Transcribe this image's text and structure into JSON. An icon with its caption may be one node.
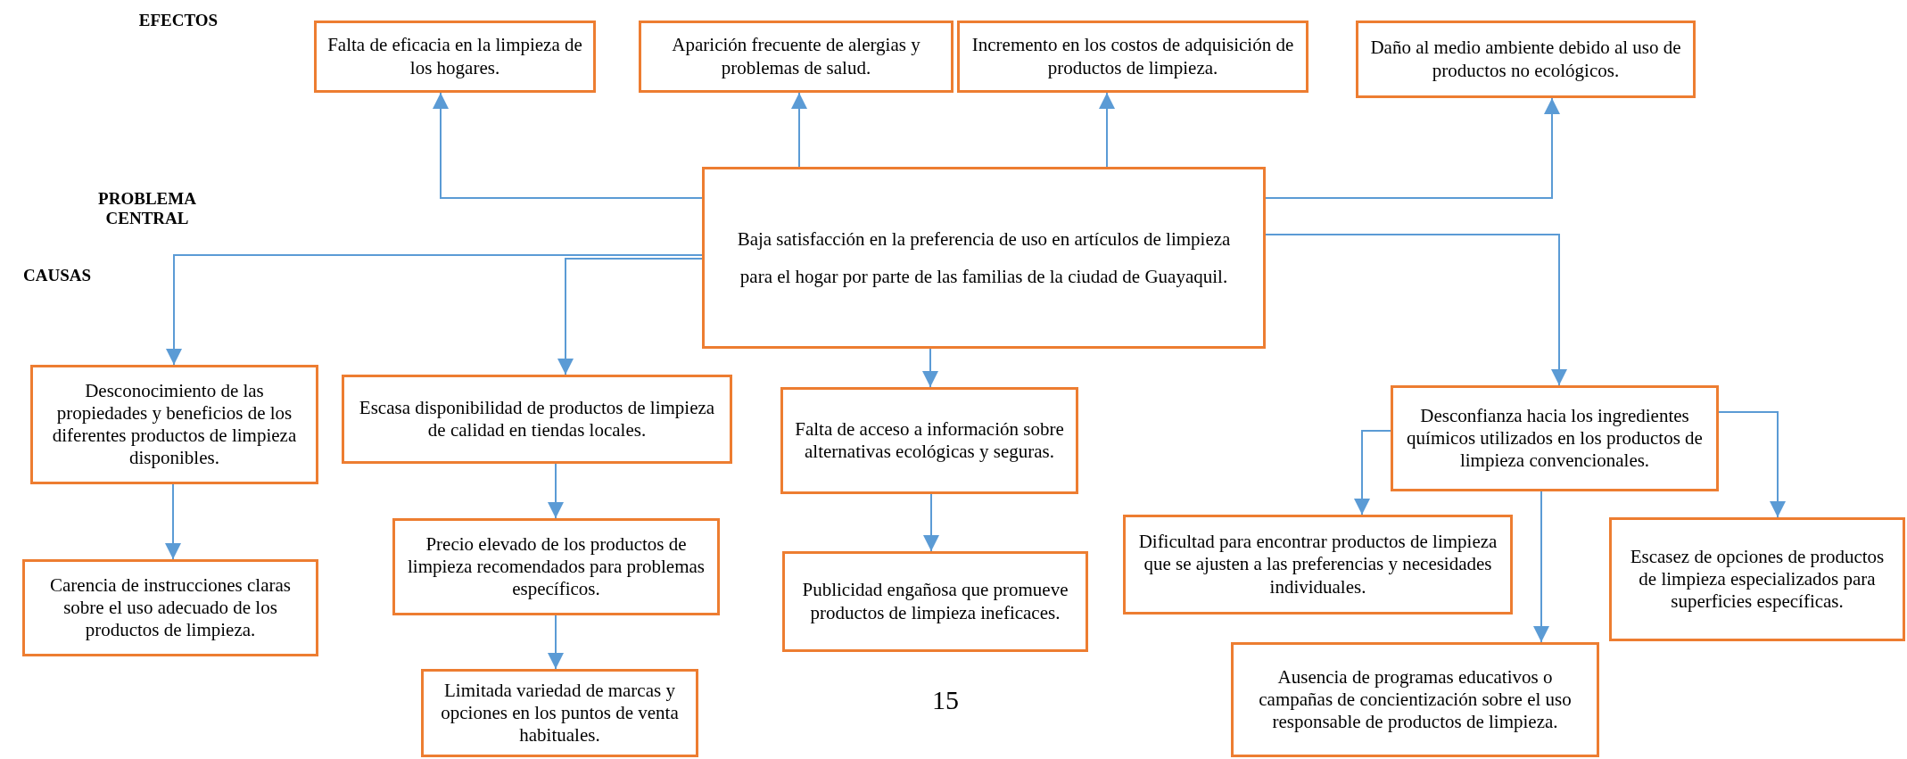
{
  "diagram": {
    "nodes": [
      {
        "text": [
          "Falta de eficacia en la limpieza de los hogares."
        ]
      },
      {
        "text": [
          "Aparición frecuente de alergias y problemas de salud."
        ]
      },
      {
        "text": [
          "Incremento en los costos de adquisición de productos de limpieza."
        ]
      },
      {
        "text": [
          "Daño al medio ambiente debido al uso de productos no ecológicos."
        ]
      },
      {
        "text": [
          "Baja satisfacción en la preferencia de uso en artículos de limpieza para el hogar por parte de las familias de la ciudad de Guayaquil."
        ]
      },
      {
        "text": [
          "Desconocimiento de las propiedades y beneficios de los diferentes productos de limpieza disponibles."
        ]
      },
      {
        "text": [
          "Carencia de instrucciones claras sobre el uso adecuado de los productos de limpieza."
        ]
      },
      {
        "text": [
          "Escasa disponibilidad de productos de limpieza de calidad en tiendas locales."
        ]
      },
      {
        "text": [
          "Precio elevado de los productos de limpieza recomendados para problemas específicos."
        ]
      },
      {
        "text": [
          "Limitada variedad de marcas y opciones en los puntos de venta habituales."
        ]
      },
      {
        "text": [
          "Falta de acceso a información sobre alternativas ecológicas y seguras."
        ]
      },
      {
        "text": [
          "Publicidad engañosa que promueve productos de limpieza ineficaces."
        ]
      },
      {
        "text": [
          "Desconfianza hacia los ingredientes químicos utilizados en los productos de limpieza convencionales."
        ]
      },
      {
        "text": [
          "Dificultad para encontrar productos de limpieza que se ajusten a las preferencias y necesidades individuales."
        ]
      },
      {
        "text": [
          "Escasez de opciones de productos de limpieza especializados para superficies específicas."
        ]
      },
      {
        "text": [
          "Ausencia de programas educativos o campañas de concientización sobre el uso responsable de productos de limpieza."
        ]
      }
    ],
    "edges": [
      {
        "from": 4,
        "to": 0,
        "arrow": "to"
      },
      {
        "from": 4,
        "to": 1,
        "arrow": "to"
      },
      {
        "from": 4,
        "to": 2,
        "arrow": "to"
      },
      {
        "from": 4,
        "to": 3,
        "arrow": "to"
      },
      {
        "from": 4,
        "to": 5,
        "arrow": "to"
      },
      {
        "from": 4,
        "to": 7,
        "arrow": "to"
      },
      {
        "from": 4,
        "to": 10,
        "arrow": "to"
      },
      {
        "from": 4,
        "to": 12,
        "arrow": "to"
      },
      {
        "from": 5,
        "to": 6,
        "arrow": "to"
      },
      {
        "from": 7,
        "to": 8,
        "arrow": "to"
      },
      {
        "from": 8,
        "to": 9,
        "arrow": "to"
      },
      {
        "from": 10,
        "to": 11,
        "arrow": "to"
      },
      {
        "from": 12,
        "to": 13,
        "arrow": "to"
      },
      {
        "from": 12,
        "to": 15,
        "arrow": "to"
      },
      {
        "from": 12,
        "to": 14,
        "arrow": "to"
      }
    ],
    "labels": [
      "EFECTOS",
      "PROBLEMA CENTRAL",
      "CAUSAS",
      "15"
    ]
  }
}
